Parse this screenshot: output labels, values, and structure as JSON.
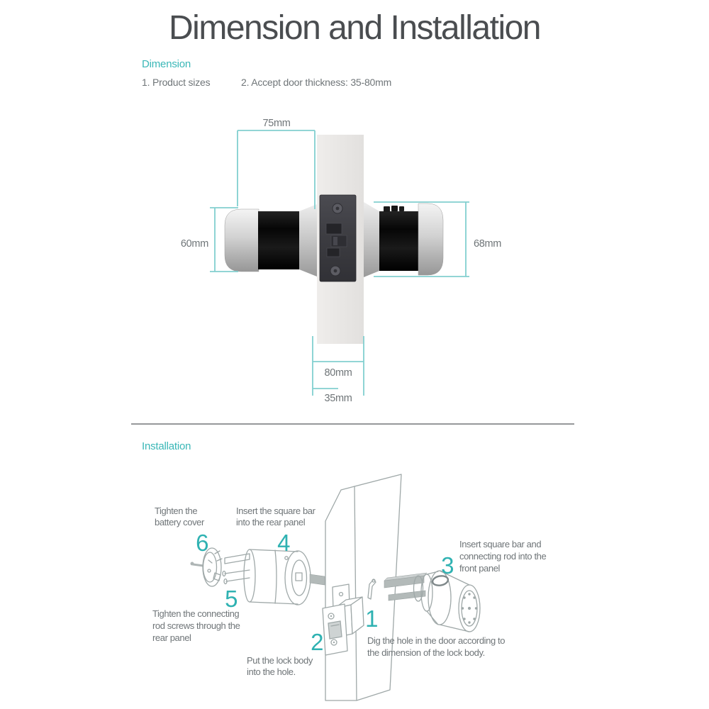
{
  "page": {
    "title": "Dimension and Installation"
  },
  "colors": {
    "accent_teal": "#3ab7b7",
    "step_number_teal": "#2fb2b2",
    "dimension_line_teal": "#82cfcf",
    "body_text_gray": "#6f7578",
    "title_gray": "#4a4d50",
    "line_art_gray": "#9fa8a8"
  },
  "dimension": {
    "heading": "Dimension",
    "notes": [
      "1. Product sizes",
      "2. Accept door thickness: 35-80mm"
    ],
    "labels": {
      "knob_length": "75mm",
      "rear_knob_diameter": "60mm",
      "front_knob_diameter": "68mm",
      "door_thickness_max": "80mm",
      "door_thickness_min": "35mm"
    }
  },
  "installation": {
    "heading": "Installation",
    "steps": [
      {
        "number": "1",
        "lines": [
          "Dig the hole in the door according to",
          "the dimension of the lock body."
        ]
      },
      {
        "number": "2",
        "lines": [
          "Put the lock body",
          "into the hole."
        ]
      },
      {
        "number": "3",
        "lines": [
          "Insert square bar and",
          "connecting rod into the",
          "front panel"
        ]
      },
      {
        "number": "4",
        "lines": [
          "Insert the square bar",
          "into the rear panel"
        ]
      },
      {
        "number": "5",
        "lines": [
          "Tighten the connecting",
          "rod screws through the",
          "rear panel"
        ]
      },
      {
        "number": "6",
        "lines": [
          "Tighten the",
          "battery cover"
        ]
      }
    ]
  }
}
